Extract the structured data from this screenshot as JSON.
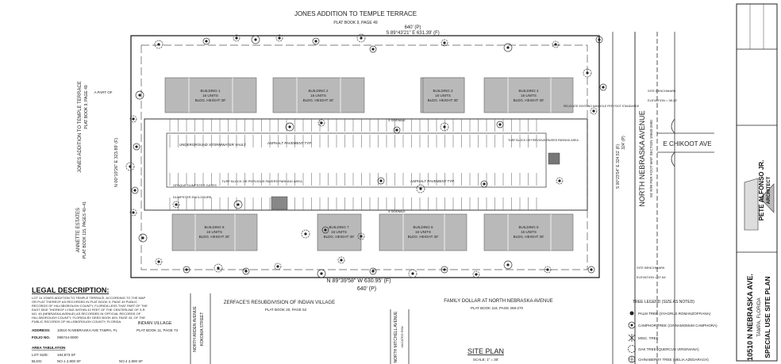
{
  "north_labels": {
    "title": "JONES ADDITION TO TEMPLE TERRACE",
    "plat": "PLAT BOOK 9, PAGE 49",
    "dim_p": "640' (P)",
    "bearing": "S 89°43'21\" E   631.39' (F)"
  },
  "west_labels": {
    "jones": "JONES ADDITION TO TEMPLE TERRACE",
    "jones_plat": "PLAT BOOK 9, PAGE 49",
    "part_of": "A PART OF",
    "bearing": "N 00°19'26\" E   323.89' (F)",
    "annette": "ANNETTE ESTATES",
    "annette_plat": "PLAT BOOK 115, PAGES 40–41"
  },
  "south_labels": {
    "bearing": "N 89°39'58\" W   630.95' (F)",
    "dim_p": "640' (P)",
    "zerface": "ZERFACE'S RESUBDIVISION OF INDIAN VILLAGE",
    "zerface_plat": "PLAT BOOK 20, PAGE 52",
    "family_dollar": "FAMILY DOLLAR AT NORTH NEBRASKA AVENUE",
    "family_plat": "PLAT BOOK 118, PAGE 269-270",
    "indian_village": "INDIAN VILLAGE",
    "indian_plat": "PLAT BOOK 11, PAGE 73",
    "arden": "NORTH ARDEN AVENUE",
    "kokoma": "KOKOMA STREET",
    "mitchell": "NORTH MITCHELL AVENUE",
    "vacated": "VACATED R/W"
  },
  "east_labels": {
    "avenue": "NORTH NEBRASKA AVENUE",
    "chikoot": "E CHIKOOT AVE",
    "bearing": "S 00°23'04\" E   324.51' (F)",
    "dim": "324' (P)",
    "row": "84' R/W PER FOOT MAP SECTION 10040-2600",
    "benchmark_top": "SITE BENCHMARK",
    "benchmark_top_elev": "ELEVATION = 38.20'",
    "benchmark_bottom": "SITE BENCHMARK",
    "benchmark_bottom_elev": "ELEVATION = 37.64'",
    "relocate": "RELOCATE EXISTING MANHOLE PER FDOT STANDARDS",
    "turf_note": "TURF BLOCK OR PERVIOUS PAVERS PARKING AREA"
  },
  "buildings": [
    {
      "name": "BUILDING 1",
      "units": "16 UNITS",
      "height": "BLDG. HEIGHT 30'"
    },
    {
      "name": "BUILDING 2",
      "units": "16 UNITS",
      "height": "BLDG. HEIGHT 30'"
    },
    {
      "name": "BUILDING 3",
      "units": "16 UNITS",
      "height": "BLDG. HEIGHT 30'"
    },
    {
      "name": "BUILDING 4",
      "units": "16 UNITS",
      "height": "BLDG. HEIGHT 30'"
    },
    {
      "name": "BUILDING 8",
      "units": "16 UNITS",
      "height": "BLDG. HEIGHT 30'"
    },
    {
      "name": "BUILDING 7",
      "units": "16 UNITS",
      "height": "BLDG. HEIGHT 30'"
    },
    {
      "name": "BUILDING 6",
      "units": "16 UNITS",
      "height": "BLDG. HEIGHT 30'"
    },
    {
      "name": "BUILDING 5",
      "units": "16 UNITS",
      "height": "BLDG. HEIGHT 30'"
    }
  ],
  "site_notes": {
    "asphalt": "ASPHALT PAVEMENT TYP.",
    "stormwater": "UNDERGROUND STORMWATER VAULT",
    "dumpster": "OPAQUE DUMPSTER GATES",
    "dumpster2": "DUMPSTER ENCLOSURE",
    "turf": "TURF BLOCK OR PERVIOUS PAVERS PARKING AREA",
    "sidewalk": "5' SIDEWALK"
  },
  "legal": {
    "heading": "LEGAL DESCRIPTION:",
    "body": "LOT 14 JONES ADDITION TO TEMPLE TERRACE, ACCORDING TO THE MAP OR PLAT THEREOF AS RECORDED IN PLAT BOOK 9, PAGE 49 PUBLIC RECORDS OF HILLSBOROUGH COUNTY, FLORIDA LESS THAT PART OF THE EAST SIDE THEREOF LYING WITHIN 42 FEET OF THE CENTERLINE OF S.R. NO. 45 (NEBRASKA AVENUE) AS RECORDED IN OFFICIAL RECORDS OF HILLSBOROUGH COUNTY, FLORIDA BY DEED BOOK 893, PAGE 43, OF THE PUBLIC RECORDS OF HILLSBOROUGH COUNTY, FLORIDA.",
    "address_label": "ADDRESS:",
    "address": "10510 N NEBRASKA AVE TAMPA, FL",
    "folio_label": "FOLIO NO.",
    "folio": "098744-0000",
    "area_heading": "AREA TABULATION",
    "lot_size_label": "LOT SIZE:",
    "lot_size": "184,873 SF",
    "bldg_label": "BLDG:",
    "bldg_rows": [
      "NO.1   2,800 SF",
      "NO.4   2,800 SF"
    ]
  },
  "site_plan": {
    "title": "SITE PLAN",
    "scale": "SCALE: 1\" = 30'"
  },
  "tree_legend": {
    "heading": "TREE LEGEND (SIZE AS NOTED)",
    "items": [
      "PALM TREE (SYAGRUS ROMANZOFFIANA)",
      "CAMPHOR TREE (CINNAMOMUM CAMPHORA)",
      "MISC. TREE",
      "OAK TREE (QUERCUS VIRGINIANA)",
      "CHINABERRY TREE (MELIA AZEDARACH)"
    ]
  },
  "title_block": {
    "architect_name": "PETE ALFONSO JR.",
    "architect_title": "ARCHITECT",
    "project_address": "10510 N NEBRASKA AVE.",
    "city": "TAMPA, FLORIDA",
    "sheet_title": "SPECIAL USE SITE PLAN"
  }
}
